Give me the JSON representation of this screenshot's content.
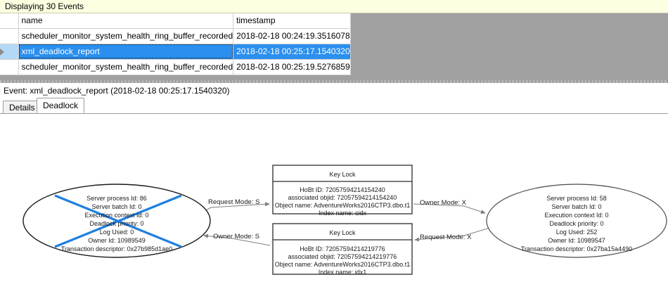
{
  "banner": {
    "text": "Displaying 30 Events"
  },
  "grid": {
    "columns": [
      "",
      "name",
      "timestamp"
    ],
    "rows": [
      {
        "selector": "",
        "name": "scheduler_monitor_system_health_ring_buffer_recorded",
        "timestamp": "2018-02-18 00:24:19.3516078",
        "selected": false
      },
      {
        "selector": "row-pointer-icon",
        "name": "xml_deadlock_report",
        "timestamp": "2018-02-18 00:25:17.1540320",
        "selected": true
      },
      {
        "selector": "",
        "name": "scheduler_monitor_system_health_ring_buffer_recorded",
        "timestamp": "2018-02-18 00:25:19.5276859",
        "selected": false
      }
    ],
    "selection_color": "#2a8fef"
  },
  "event_caption": {
    "text": "Event: xml_deadlock_report (2018-02-18 00:25:17.1540320)"
  },
  "tabs": [
    {
      "label": "Details",
      "active": false
    },
    {
      "label": "Deadlock",
      "active": true
    }
  ],
  "deadlock_graph": {
    "victim_marker_color": "#1f7fe0",
    "processes": [
      {
        "id": "left-process",
        "victim": true,
        "lines": [
          "Server process Id: 86",
          "Server batch Id: 0",
          "Execution context Id: 0",
          "Deadlock priority: 0",
          "Log Used: 0",
          "Owner Id: 10989549",
          "Transaction descriptor: 0x27b985d1ae0"
        ]
      },
      {
        "id": "right-process",
        "victim": false,
        "lines": [
          "Server process Id: 58",
          "Server batch Id: 0",
          "Execution context Id: 0",
          "Deadlock priority: 0",
          "Log Used: 252",
          "Owner Id: 10989547",
          "Transaction descriptor: 0x27ba15a4490"
        ]
      }
    ],
    "resources": [
      {
        "id": "top-key-lock",
        "title": "Key Lock",
        "lines": [
          "HoBt ID: 72057594214154240",
          "associated objid: 72057594214154240",
          "Object name: AdventureWorks2016CTP3.dbo.t1",
          "Index name: cidx"
        ]
      },
      {
        "id": "bottom-key-lock",
        "title": "Key Lock",
        "lines": [
          "HoBt ID: 72057594214219776",
          "associated objid: 72057594214219776",
          "Object name: AdventureWorks2016CTP3.dbo.t1",
          "Index name: idx1"
        ]
      }
    ],
    "edges": [
      {
        "id": "edge-left-request-top",
        "label": "Request Mode: S"
      },
      {
        "id": "edge-right-owner-top",
        "label": "Owner Mode: X"
      },
      {
        "id": "edge-bottom-owner-left",
        "label": "Owner Mode: S"
      },
      {
        "id": "edge-bottom-request-right",
        "label": "Request Mode: X"
      }
    ]
  }
}
